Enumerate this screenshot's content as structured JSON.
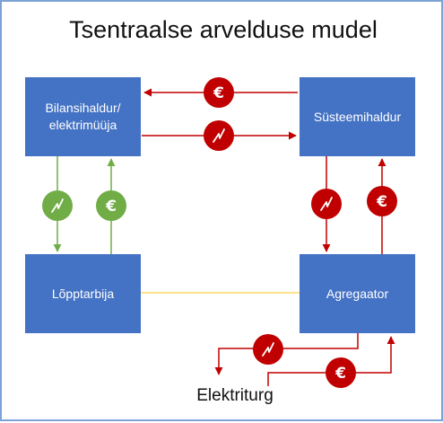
{
  "title": "Tsentraalse arvelduse mudel",
  "nodes": {
    "balance_retailer": "Bilansihaldur/\nelektrimüüja",
    "system_operator": "Süsteemihaldur",
    "end_consumer": "Lõpptarbija",
    "aggregator": "Agregaator",
    "electricity_market": "Elektriturg"
  },
  "symbols": {
    "euro": "€",
    "energy_icon": "lightning-bolt",
    "euro_icon": "euro-sign"
  },
  "colors": {
    "box": "#4472c4",
    "red": "#c00000",
    "green": "#70ad47",
    "yellow": "#ffd966",
    "frame": "#7da2d6"
  }
}
